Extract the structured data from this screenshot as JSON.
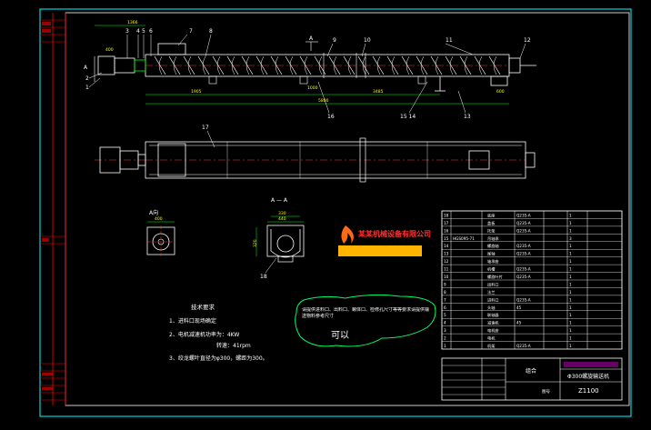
{
  "drawing": {
    "section_marks": {
      "section_a": "A",
      "section_a_top": "A"
    },
    "view_labels": {
      "view_a": "A向",
      "section_aa": "A — A"
    },
    "balloons": [
      "1",
      "2",
      "3",
      "4",
      "5",
      "6",
      "7",
      "8",
      "9",
      "10",
      "11",
      "12",
      "13",
      "14",
      "15",
      "16",
      "17",
      "18"
    ],
    "balloon_pairs": {
      "b15_14": "15 14"
    },
    "dimensions": {
      "d_1366": "1366",
      "d_400": "400",
      "d_600": "600",
      "d_1905": "1905",
      "d_3485": "3485",
      "d_5800": "5800",
      "d_1000": "1000",
      "d_400b": "400",
      "d_330": "330",
      "d_440": "440",
      "d_320": "320"
    },
    "tech_requirements": {
      "title": "技术要求",
      "line1": "1、进料口现场确定",
      "line2a": "2、电机减速机功率为：4KW",
      "line2b": "转速：41rpm",
      "line3": "3、绞龙螺叶直径为φ300，螺距为300。"
    },
    "cloud_note": {
      "text": "请提供进料口、出料口、螺体口、检修孔尺寸等等要求请提供输送物料参考尺寸",
      "answer": "可以"
    },
    "company_logo_text": "某某机械设备有限公司",
    "title_block": {
      "material": "组合",
      "name": "Φ300螺旋输送机",
      "drawing_no": "Z1100",
      "scale_label": "图号"
    },
    "bom": {
      "rows": [
        {
          "no": "18",
          "code": "",
          "name": "底座",
          "material": "Q235-A",
          "qty": "1"
        },
        {
          "no": "17",
          "code": "",
          "name": "盖板",
          "material": "Q235-A",
          "qty": "1"
        },
        {
          "no": "16",
          "code": "",
          "name": "托架",
          "material": "Q235-A",
          "qty": "1"
        },
        {
          "no": "15",
          "code": "HGS095-71",
          "name": "吊轴承",
          "material": "",
          "qty": "3"
        },
        {
          "no": "14",
          "code": "",
          "name": "螺旋轴",
          "material": "Q235-A",
          "qty": "1"
        },
        {
          "no": "13",
          "code": "",
          "name": "尾轴",
          "material": "Q235-A",
          "qty": "1"
        },
        {
          "no": "12",
          "code": "",
          "name": "轴承座",
          "material": "",
          "qty": "1"
        },
        {
          "no": "11",
          "code": "",
          "name": "机槽",
          "material": "Q235-A",
          "qty": "1"
        },
        {
          "no": "10",
          "code": "",
          "name": "螺旋叶片",
          "material": "Q235-A",
          "qty": "1"
        },
        {
          "no": "9",
          "code": "",
          "name": "出料口",
          "material": "",
          "qty": "1"
        },
        {
          "no": "8",
          "code": "",
          "name": "法兰",
          "material": "",
          "qty": "1"
        },
        {
          "no": "7",
          "code": "",
          "name": "进料口",
          "material": "Q235-A",
          "qty": "1"
        },
        {
          "no": "6",
          "code": "",
          "name": "头轴",
          "material": "45",
          "qty": "1"
        },
        {
          "no": "5",
          "code": "",
          "name": "联轴器",
          "material": "",
          "qty": "1"
        },
        {
          "no": "4",
          "code": "",
          "name": "减速机",
          "material": "45",
          "qty": "1"
        },
        {
          "no": "3",
          "code": "",
          "name": "电机座",
          "material": "",
          "qty": "1"
        },
        {
          "no": "2",
          "code": "",
          "name": "电机",
          "material": "",
          "qty": "1"
        },
        {
          "no": "1",
          "code": "",
          "name": "机架",
          "material": "Q235-A",
          "qty": "1"
        }
      ]
    },
    "left_margin_labels": {
      "top1": "",
      "top2": "",
      "mid": "",
      "bot": ""
    }
  }
}
